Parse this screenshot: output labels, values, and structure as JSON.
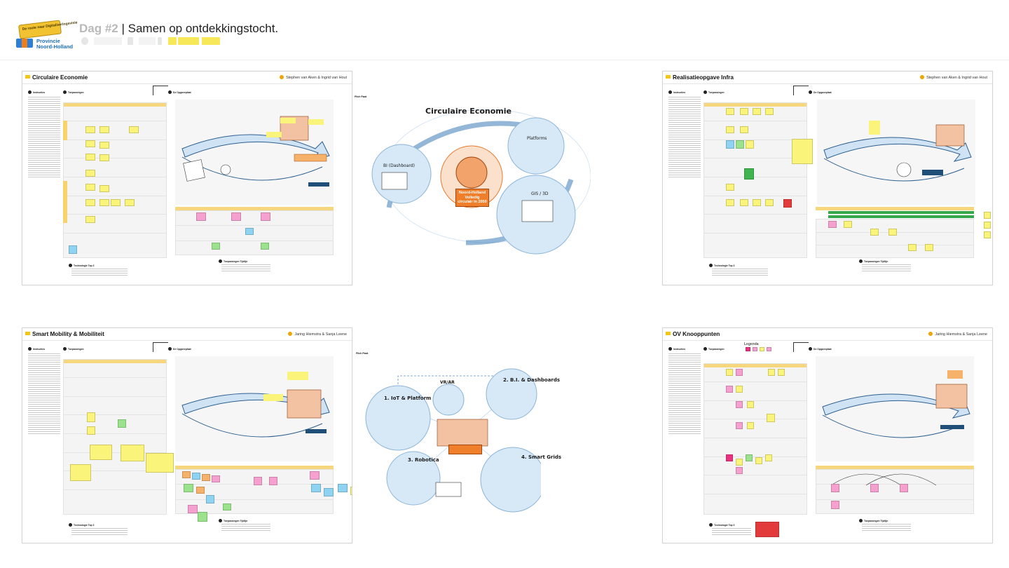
{
  "header": {
    "badge_text": "De route naar Digitaliseringsvisie",
    "org_name": "Provincie Noord-Holland",
    "dag_label": "Dag #2",
    "separator": " | ",
    "subtitle": "Samen op ontdekkingstocht."
  },
  "colors": {
    "accent_yellow": "#f5c518",
    "sticky_yellow": "#fbf47a",
    "sticky_pink": "#f5a0cf",
    "sticky_green": "#9be28d",
    "sticky_blue": "#8fd3f2",
    "sticky_orange": "#f6b26b",
    "bubble_blue": "#d7e9f7",
    "orange": "#f07f2b"
  },
  "boards": {
    "circulaire": {
      "title": "Circulaire Economie",
      "authors": "Stephen van Aken & Ingrid van Hout",
      "pitch_label": "Pitch Plaat",
      "diagram": {
        "title": "Circulaire Economie",
        "labels": [
          "BI (Dashboard)",
          "Platforms",
          "GIS / 3D"
        ],
        "badge": "Noord-Holland Volledig circulair in 2050"
      }
    },
    "infra": {
      "title": "Realisatieopgave Infra",
      "authors": "Stephen van Aken & Ingrid van Hout"
    },
    "mobility": {
      "title": "Smart Mobility & Mobiliteit",
      "authors": "Jaring Hiemstra & Sanja Leene",
      "pitch_label": "Pitch Plaat",
      "diagram": {
        "labels": [
          "1. IoT & Platform",
          "2. B.I. & Dashboards",
          "3. Robotica",
          "4. Smart Grids",
          "VR/AR"
        ]
      }
    },
    "ov": {
      "title": "OV Knooppunten",
      "authors": "Jaring Hiemstra & Sanja Leene",
      "legend_label": "Legenda"
    }
  },
  "section_labels": {
    "instructions": "Instructies",
    "usecases": "Toepassingen",
    "opportunity": "De Opgaveplaat",
    "tech_top3": "Technologie Top 3",
    "timeline": "Toepassingen Tijdlijn"
  }
}
